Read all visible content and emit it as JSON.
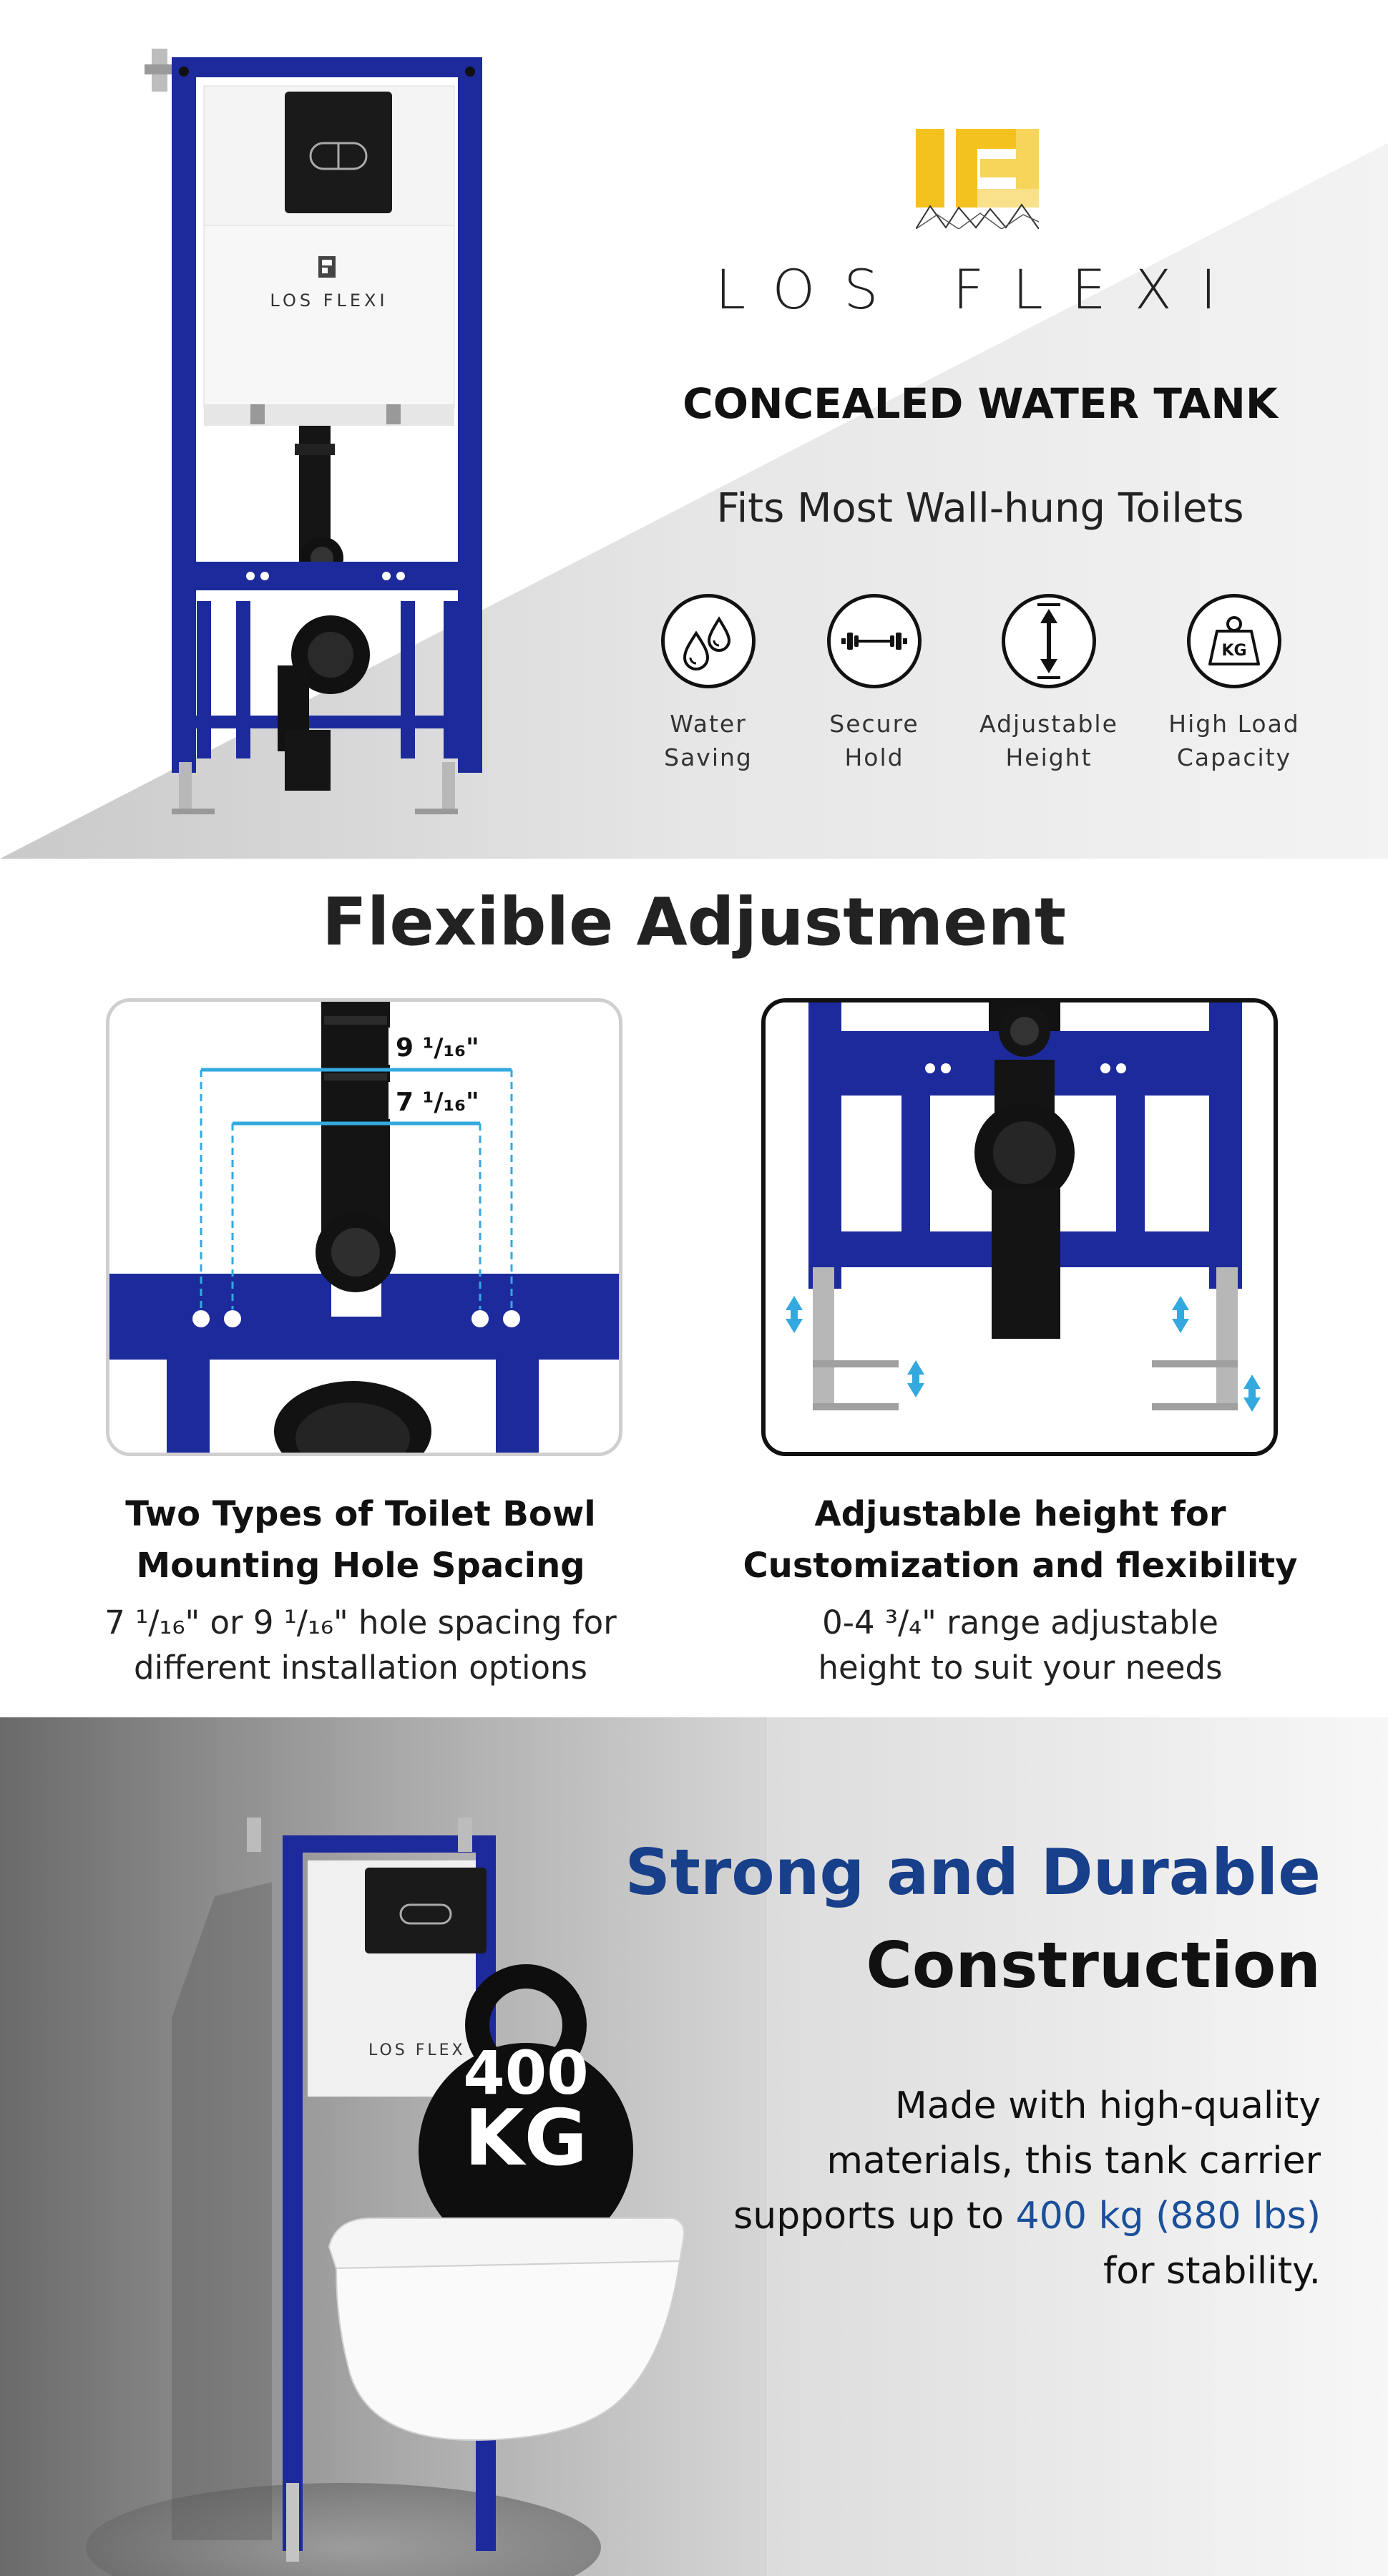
{
  "brand": {
    "name": "LOS FLEXI",
    "tank_brand_label": "LOS FLEXI",
    "colors": {
      "accent_blue": "#1d2a9c",
      "logo_yellow": "#f4c21f",
      "dim_blue": "#33a9e0",
      "title_blue": "#173f8a"
    }
  },
  "hero": {
    "title": "CONCEALED WATER TANK",
    "subtitle": "Fits Most Wall-hung Toilets",
    "features": [
      {
        "icon": "water-drops-icon",
        "line1": "Water",
        "line2": "Saving"
      },
      {
        "icon": "barbell-icon",
        "line1": "Secure",
        "line2": "Hold"
      },
      {
        "icon": "vertical-arrow-icon",
        "line1": "Adjustable",
        "line2": "Height"
      },
      {
        "icon": "kg-weight-icon",
        "line1": "High Load",
        "line2": "Capacity",
        "badge": "KG"
      }
    ]
  },
  "flexible": {
    "title": "Flexible Adjustment",
    "left": {
      "dim_outer": "9 ¹/₁₆\"",
      "dim_inner": "7 ¹/₁₆\"",
      "heading_line1": "Two Types of Toilet Bowl",
      "heading_line2": "Mounting Hole Spacing",
      "text_line1": "7 ¹/₁₆\" or 9 ¹/₁₆\" hole spacing for",
      "text_line2": "different installation options"
    },
    "right": {
      "heading_line1": "Adjustable height for",
      "heading_line2": "Customization and flexibility",
      "text_line1": "0-4 ³/₄\" range adjustable",
      "text_line2": "height to suit your needs"
    }
  },
  "strong": {
    "title_line1": "Strong and Durable",
    "title_line2": "Construction",
    "desc_line1": "Made with high-quality",
    "desc_line2": "materials, this tank carrier",
    "desc_line3_prefix": "supports up to ",
    "desc_highlight": "400 kg (880 lbs)",
    "desc_line4": "for stability.",
    "weight_number": "400",
    "weight_unit": "KG",
    "tank_label": "LOS FLEX"
  }
}
